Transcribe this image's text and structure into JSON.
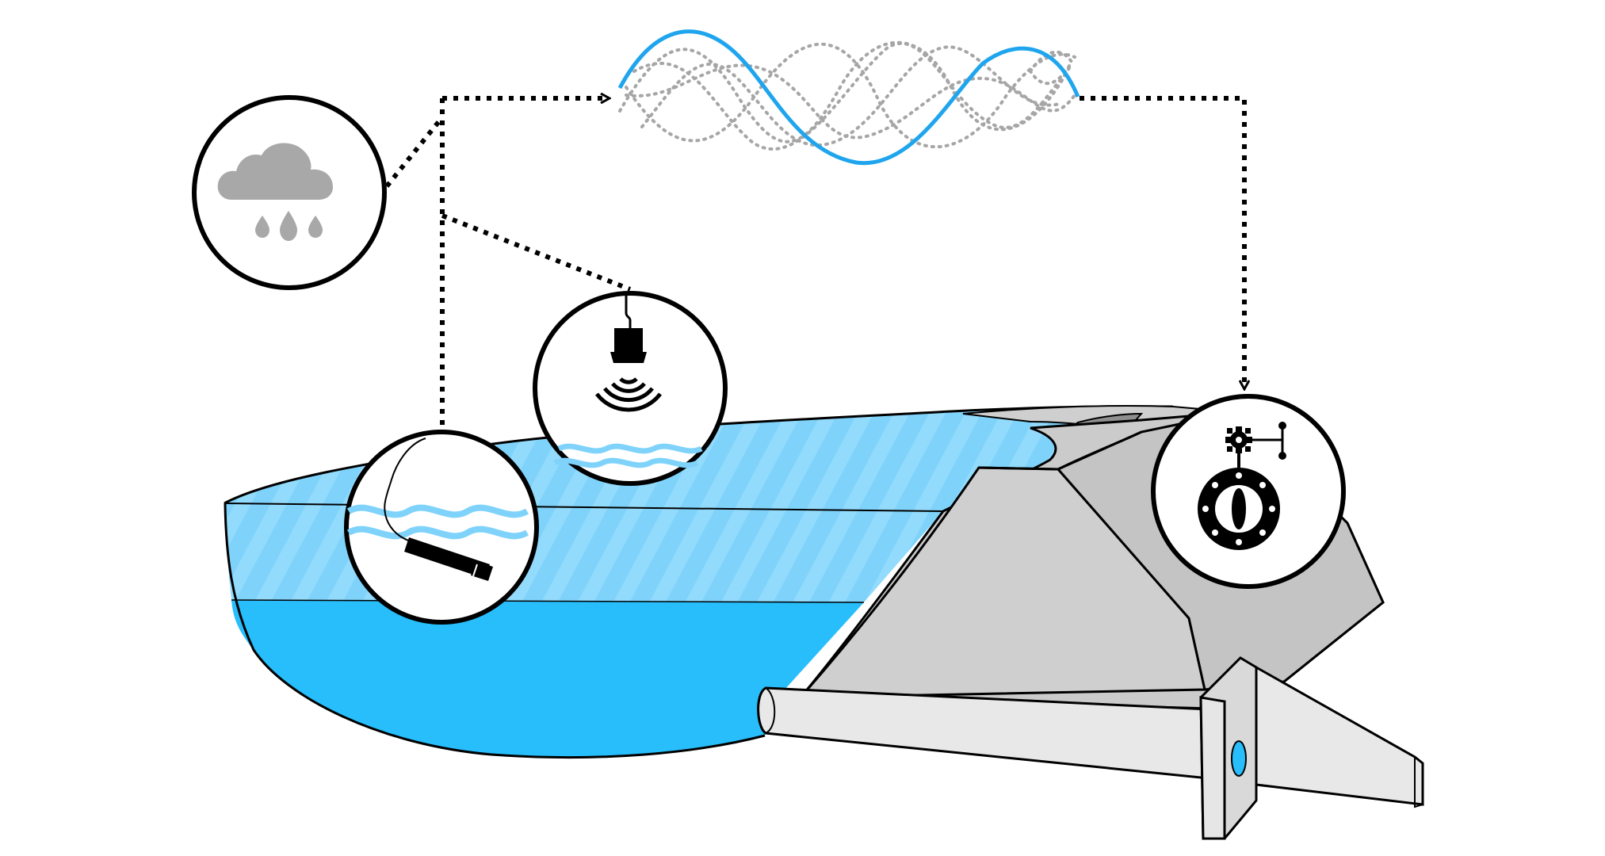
{
  "diagram": {
    "nodes": [
      {
        "id": "rain",
        "icon": "rain-cloud-icon"
      },
      {
        "id": "forecast",
        "icon": "forecast-ensemble-icon"
      },
      {
        "id": "ultrasonic",
        "icon": "ultrasonic-level-sensor-icon"
      },
      {
        "id": "pressure",
        "icon": "submersible-pressure-sensor-icon"
      },
      {
        "id": "valve",
        "icon": "actuated-butterfly-valve-icon"
      }
    ],
    "links": [
      {
        "from": "rain",
        "to": "forecast",
        "style": "dotted-arrow"
      },
      {
        "from": "ultrasonic",
        "to": "forecast",
        "style": "dotted-line"
      },
      {
        "from": "pressure",
        "to": "forecast",
        "style": "dotted-line"
      },
      {
        "from": "forecast",
        "to": "valve",
        "style": "dotted-arrow"
      }
    ],
    "scene": [
      "reservoir",
      "dam",
      "outlet-pipe"
    ]
  },
  "colors": {
    "water_surface": "#7FD3FB",
    "water_deep": "#27BEFB",
    "forecast_line": "#1FA5EE",
    "dam": "#CCCCCC",
    "pipe": "#E6E6E6",
    "icon_gray": "#A8A8A8",
    "outline": "#000000"
  }
}
